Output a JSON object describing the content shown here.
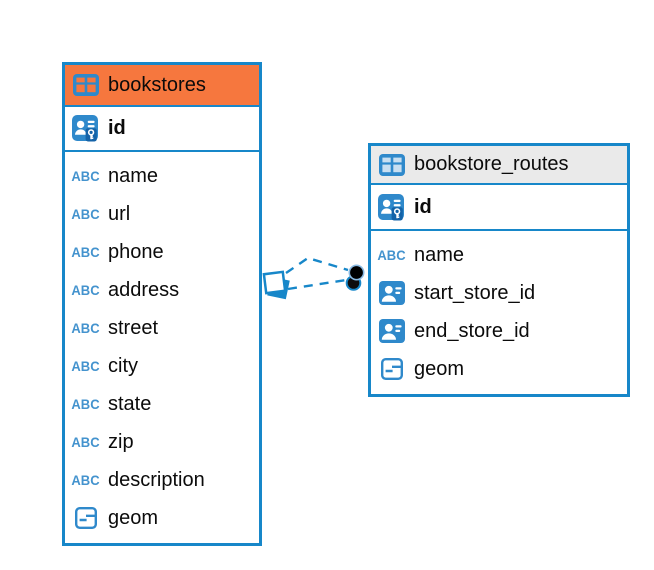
{
  "colors": {
    "accent_blue": "#1787C9",
    "icon_blue": "#2F89CB",
    "abc_blue": "#4493CE",
    "bookstores_header": "#F6773E",
    "routes_header": "#EAEAEA",
    "text": "#0B0B0B",
    "relation_dot": "#000000"
  },
  "icons": {
    "table_label": "table-grid-icon",
    "text_label": "ABC",
    "primary_key_label": "user-key-icon",
    "reference_label": "user-card-icon",
    "geometry_label": "geometry-line-icon"
  },
  "tables": [
    {
      "name": "bookstores",
      "columns": [
        {
          "name": "id",
          "type": "primary-key"
        },
        {
          "name": "name",
          "type": "text"
        },
        {
          "name": "url",
          "type": "text"
        },
        {
          "name": "phone",
          "type": "text"
        },
        {
          "name": "address",
          "type": "text"
        },
        {
          "name": "street",
          "type": "text"
        },
        {
          "name": "city",
          "type": "text"
        },
        {
          "name": "state",
          "type": "text"
        },
        {
          "name": "zip",
          "type": "text"
        },
        {
          "name": "description",
          "type": "text"
        },
        {
          "name": "geom",
          "type": "geometry"
        }
      ]
    },
    {
      "name": "bookstore_routes",
      "columns": [
        {
          "name": "id",
          "type": "primary-key"
        },
        {
          "name": "name",
          "type": "text"
        },
        {
          "name": "start_store_id",
          "type": "reference"
        },
        {
          "name": "end_store_id",
          "type": "reference"
        },
        {
          "name": "geom",
          "type": "geometry"
        }
      ]
    }
  ],
  "relations": [
    {
      "from": "bookstore_routes",
      "to": "bookstores",
      "style": "dashed",
      "lines": 2
    }
  ]
}
